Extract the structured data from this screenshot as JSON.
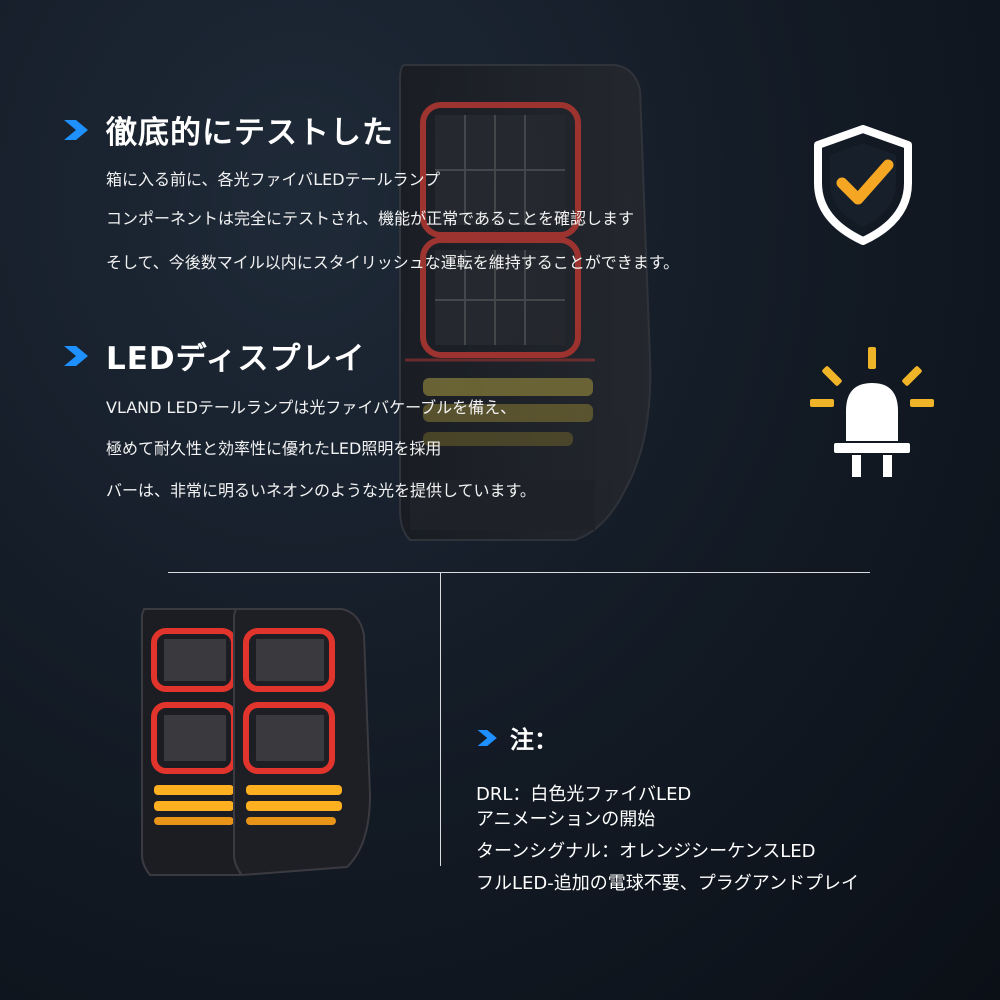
{
  "section1": {
    "title": "徹底的にテストした",
    "lines": [
      "箱に入る前に、各光ファイバLEDテールランプ",
      "コンポーネントは完全にテストされ、機能が正常であることを確認します",
      "そして、今後数マイル以内にスタイリッシュな運転を維持することができます。"
    ]
  },
  "section2": {
    "title": "LEDディスプレイ",
    "lines": [
      "VLAND LEDテールランプは光ファイバケーブルを備え、",
      "極めて耐久性と効率性に優れたLED照明を採用",
      "バーは、非常に明るいネオンのような光を提供しています。"
    ]
  },
  "note": {
    "title": "注：",
    "lines": [
      "DRL：白色光ファイバLED",
      "アニメーションの開始",
      "ターンシグナル：オレンジシーケンスLED",
      "フルLED-追加の電球不要、プラグアンドプレイ"
    ]
  },
  "icons": {
    "chevron": "chevron-right-icon",
    "tested": "shield-check-icon",
    "led": "led-bulb-icon"
  },
  "colors": {
    "accent_blue": "#1e90ff",
    "check_orange": "#f5a623",
    "bulb_yellow": "#f0b429",
    "lamp_red": "#e0342c",
    "lamp_amber": "#ffb020",
    "background": "#141c27"
  }
}
